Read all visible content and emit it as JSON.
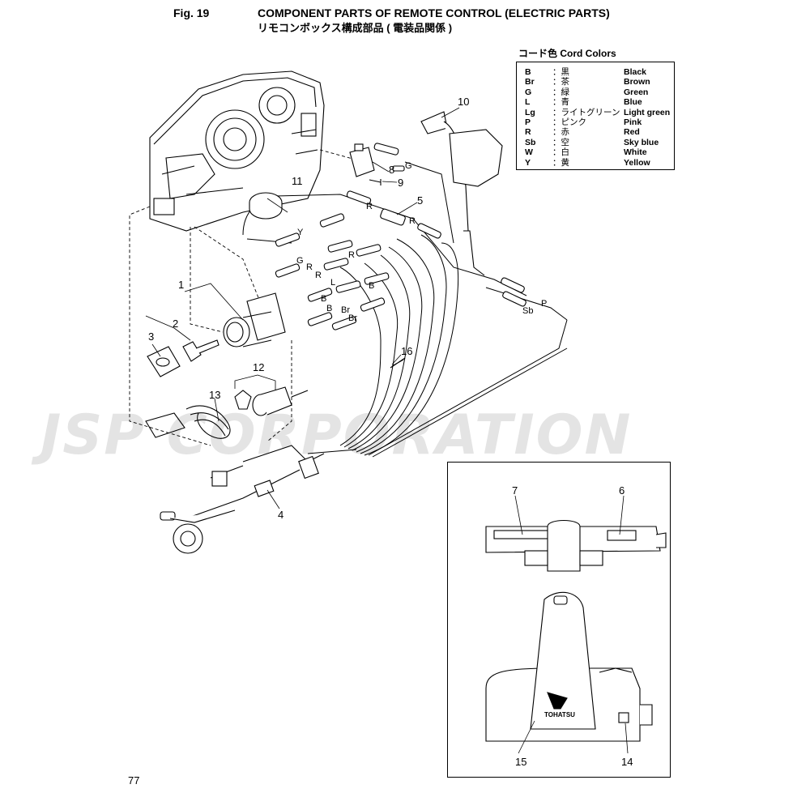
{
  "header": {
    "figure": "Fig. 19",
    "title": "COMPONENT PARTS OF REMOTE CONTROL (ELECTRIC PARTS)",
    "subtitle": "リモコンボックス構成部品 ( 電装品関係 )"
  },
  "legend": {
    "title": "コード色 Cord Colors",
    "rows": [
      {
        "code": "B",
        "jp": "：黒",
        "en": "Black"
      },
      {
        "code": "Br",
        "jp": "：茶",
        "en": "Brown"
      },
      {
        "code": "G",
        "jp": "：緑",
        "en": "Green"
      },
      {
        "code": "L",
        "jp": "：青",
        "en": "Blue"
      },
      {
        "code": "Lg",
        "jp": "：ライトグリーン",
        "en": "Light green"
      },
      {
        "code": "P",
        "jp": "：ピンク",
        "en": "Pink"
      },
      {
        "code": "R",
        "jp": "：赤",
        "en": "Red"
      },
      {
        "code": "Sb",
        "jp": "：空",
        "en": "Sky blue"
      },
      {
        "code": "W",
        "jp": "：白",
        "en": "White"
      },
      {
        "code": "Y",
        "jp": "：黄",
        "en": "Yellow"
      }
    ]
  },
  "callouts": [
    "1",
    "2",
    "3",
    "4",
    "5",
    "6",
    "7",
    "8",
    "9",
    "10",
    "11",
    "12",
    "13",
    "14",
    "15",
    "16"
  ],
  "wire_labels": {
    "g1": "G",
    "r1": "R",
    "r2": "R",
    "y1": "Y",
    "g2": "G",
    "r3": "R",
    "r4": "R",
    "r5": "R",
    "l1": "L",
    "b1": "B",
    "b2": "B",
    "b3": "B",
    "br1": "Br",
    "br2": "Br",
    "p1": "P",
    "sb1": "Sb"
  },
  "brand": "TOHATSU",
  "watermark": "JSP CORPORATION",
  "page_number": "77"
}
